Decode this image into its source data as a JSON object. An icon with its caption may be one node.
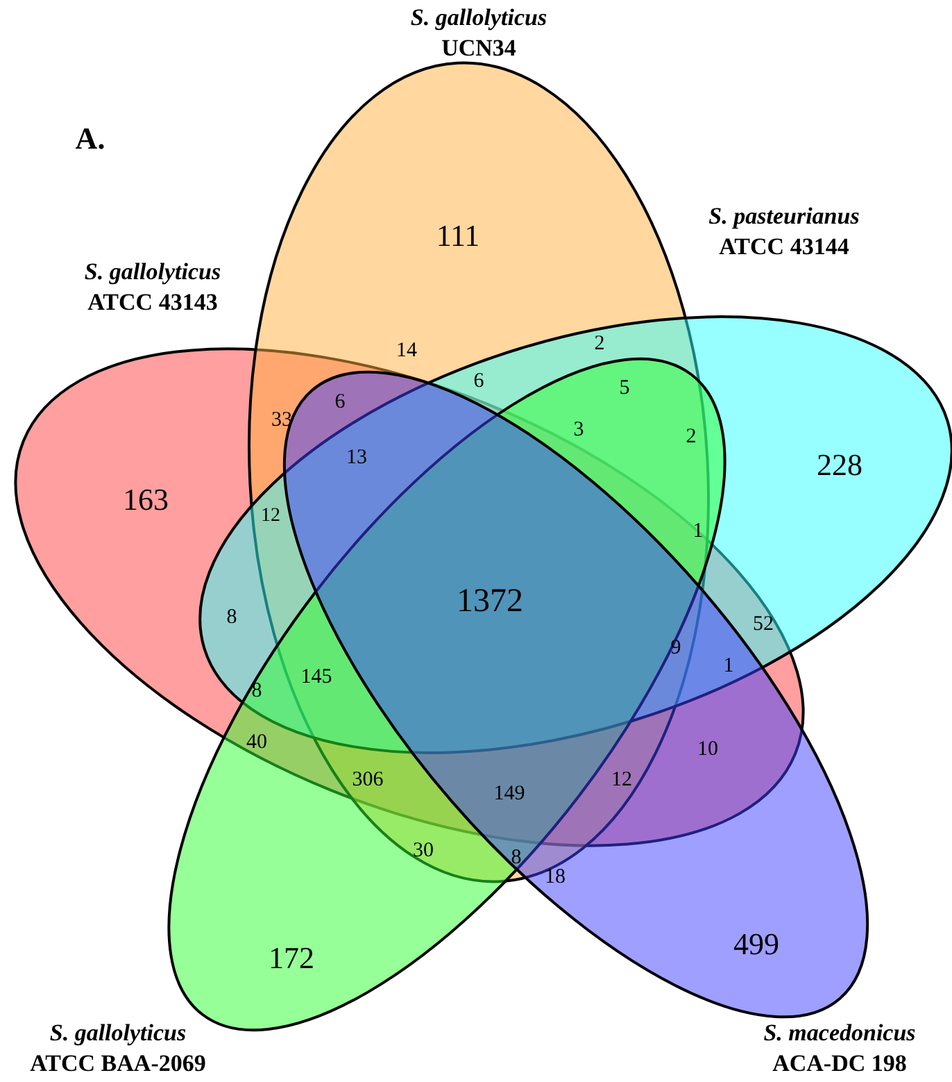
{
  "diagram": {
    "nodes": [
      {
        "text": [
          "S. gallolyticus",
          "UCN34"
        ]
      },
      {
        "text": [
          "S. pasteurianus",
          "ATCC 43144"
        ]
      },
      {
        "text": [
          "S. gallolyticus",
          "ATCC 43143"
        ]
      },
      {
        "text": [
          "S. gallolyticus",
          "ATCC BAA-2069"
        ]
      },
      {
        "text": [
          "S. macedonicus",
          "ACA-DC 198"
        ]
      }
    ],
    "labels": [
      "A.",
      "111",
      "2",
      "14",
      "6",
      "5",
      "6",
      "33",
      "3",
      "2",
      "13",
      "228",
      "163",
      "1",
      "12",
      "1372",
      "8",
      "52",
      "9",
      "1",
      "145",
      "8",
      "40",
      "10",
      "306",
      "12",
      "149",
      "30",
      "8",
      "18",
      "499",
      "172"
    ]
  }
}
